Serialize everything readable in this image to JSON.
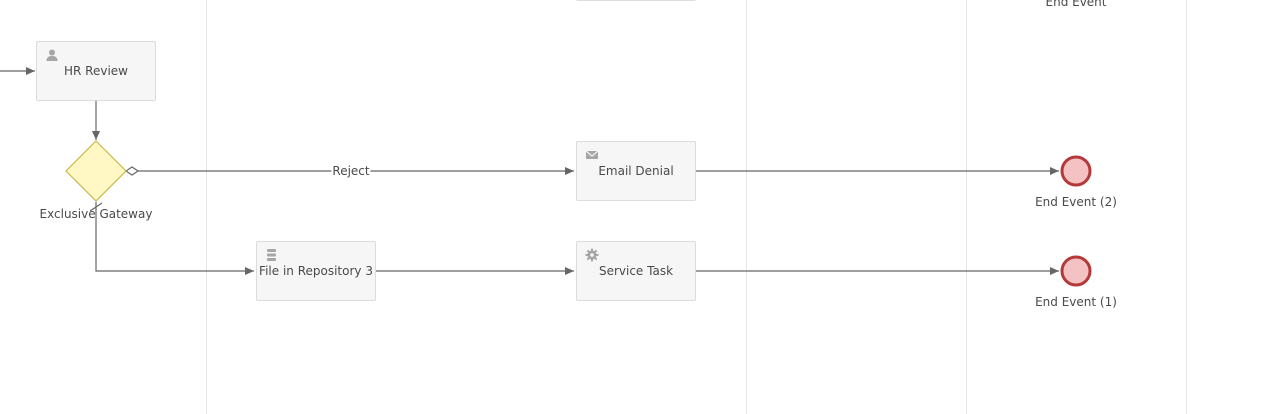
{
  "diagram": {
    "tasks": {
      "hr_review": {
        "label": "HR Review",
        "icon": "user-icon"
      },
      "email_denial": {
        "label": "Email Denial",
        "icon": "envelope-icon"
      },
      "file_repo": {
        "label": "File in Repository 3",
        "icon": "database-icon"
      },
      "service_task": {
        "label": "Service Task",
        "icon": "gear-icon"
      }
    },
    "gateway": {
      "label": "Exclusive Gateway"
    },
    "end_events": {
      "top_partial": {
        "label": "End Event"
      },
      "end2": {
        "label": "End Event (2)"
      },
      "end1": {
        "label": "End Event (1)"
      }
    },
    "flows": {
      "reject": {
        "label": "Reject"
      }
    },
    "colors": {
      "edge": "#666666",
      "task_fill": "#f6f6f6",
      "task_border": "#dcdcdc",
      "gateway_fill": "#fff8c4",
      "gateway_stroke": "#c9b84a",
      "end_fill": "#f4c2c2",
      "end_stroke": "#b3393a"
    }
  }
}
